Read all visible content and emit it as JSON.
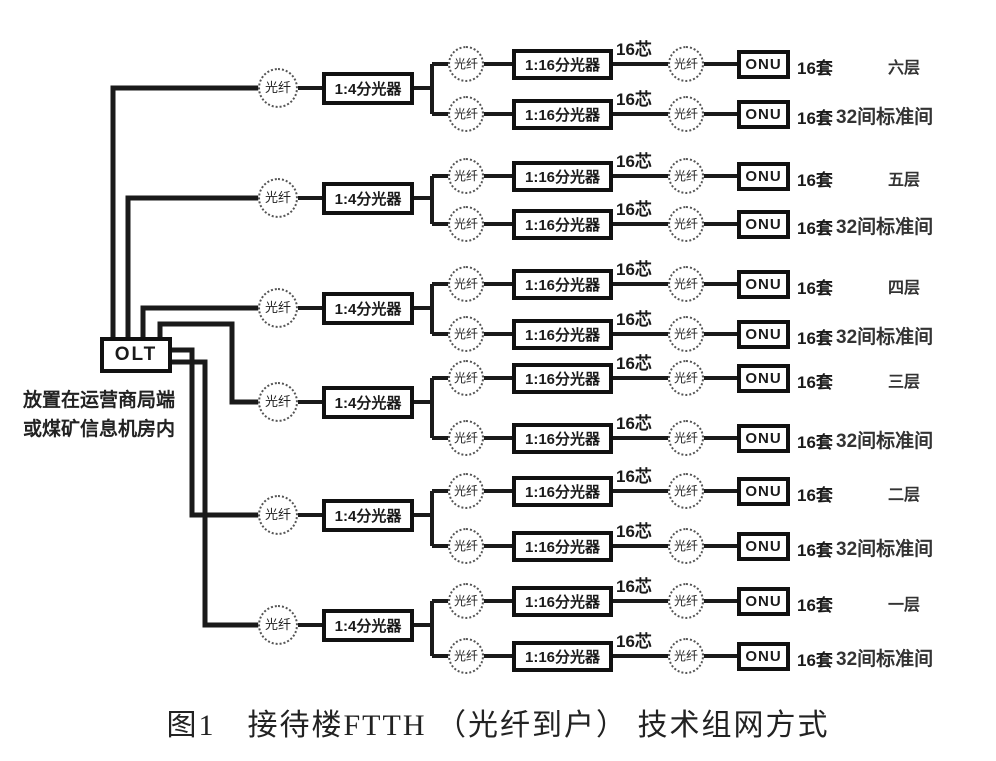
{
  "caption": "图1　接待楼FTTH （光纤到户） 技术组网方式",
  "olt": {
    "label": "OLT",
    "note": [
      "放置在运营商局端",
      "或煤矿信息机房内"
    ]
  },
  "labels": {
    "fiber": "光纤",
    "splitter_1_4": "1:4分光器",
    "splitter_1_16": "1:16分光器",
    "cable_cores": "16芯",
    "onu": "ONU",
    "onu_count": "16套",
    "rooms": "32间标准间"
  },
  "colors": {
    "line": "#1a1a1a",
    "background": "#ffffff"
  },
  "groups": [
    {
      "floor": "六层"
    },
    {
      "floor": "五层"
    },
    {
      "floor": "四层"
    },
    {
      "floor": "三层"
    },
    {
      "floor": "二层"
    },
    {
      "floor": "一层"
    }
  ]
}
